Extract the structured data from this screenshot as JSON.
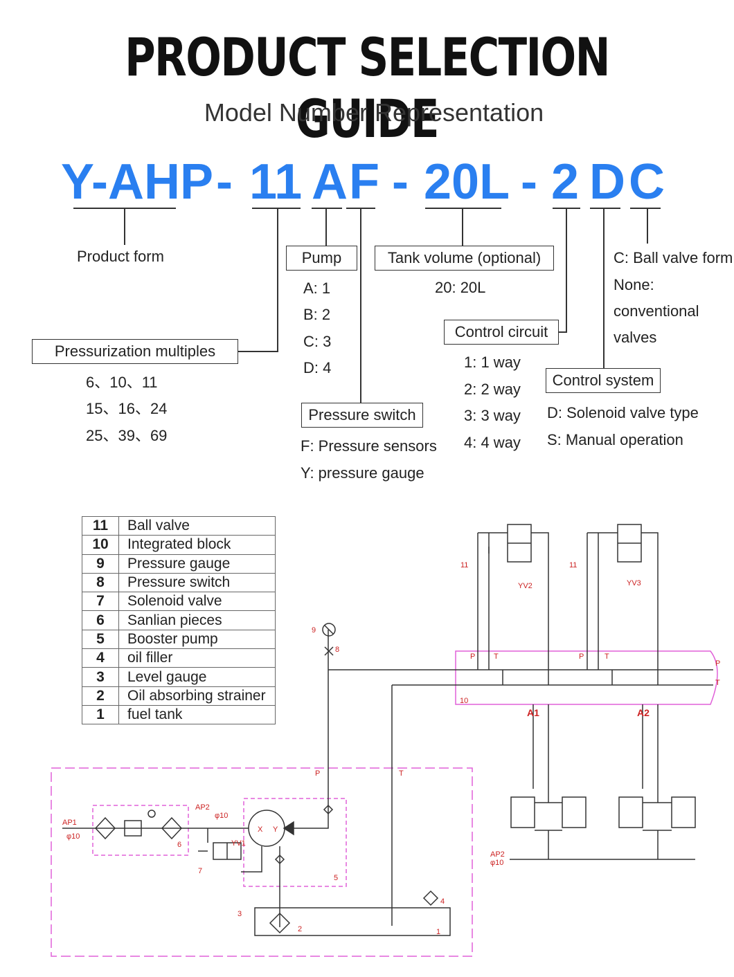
{
  "title": "PRODUCT SELECTION GUIDE",
  "subtitle": "Model Number Representation",
  "model_code": {
    "segments": [
      "Y-AHP",
      "-",
      "11",
      "A",
      "F",
      "-",
      "20L",
      "-",
      "2",
      "D",
      "C"
    ]
  },
  "fields": {
    "product_form": {
      "label": "Product form"
    },
    "pressurization": {
      "label": "Pressurization multiples",
      "options": [
        "6、10、11",
        "15、16、24",
        "25、39、69"
      ]
    },
    "pump": {
      "label": "Pump",
      "options": [
        "A:  1",
        "B:  2",
        "C:  3",
        "D:  4"
      ]
    },
    "pressure_switch": {
      "label": "Pressure switch",
      "options": [
        "F: Pressure sensors",
        "Y: pressure gauge"
      ]
    },
    "tank_volume": {
      "label": "Tank volume (optional)",
      "options": [
        "20:  20L"
      ]
    },
    "control_circuit": {
      "label": "Control circuit",
      "options": [
        "1:   1 way",
        "2:  2 way",
        "3:  3 way",
        "4:  4 way"
      ]
    },
    "control_system": {
      "label": "Control system",
      "options": [
        "D: Solenoid valve type",
        "S: Manual operation"
      ]
    },
    "ball_valve": {
      "lines": [
        "C: Ball valve form",
        "None:",
        "conventional",
        "valves"
      ]
    }
  },
  "parts_table": [
    {
      "no": "11",
      "name": "Ball valve"
    },
    {
      "no": "10",
      "name": "Integrated block"
    },
    {
      "no": "9",
      "name": "Pressure gauge"
    },
    {
      "no": "8",
      "name": "Pressure switch"
    },
    {
      "no": "7",
      "name": "Solenoid valve"
    },
    {
      "no": "6",
      "name": "Sanlian pieces"
    },
    {
      "no": "5",
      "name": "Booster pump"
    },
    {
      "no": "4",
      "name": "oil filler"
    },
    {
      "no": "3",
      "name": "Level gauge"
    },
    {
      "no": "2",
      "name": "Oil absorbing strainer"
    },
    {
      "no": "1",
      "name": "fuel tank"
    }
  ],
  "schematic": {
    "labels": {
      "yv2": "YV2",
      "yv3": "YV3",
      "yv1": "YV1",
      "a1": "A1",
      "a2": "A2",
      "p": "P",
      "t": "T",
      "ap1": "AP1",
      "ap2_top": "AP2",
      "ap2_bottom": "AP2",
      "d10_a": "φ10",
      "d10_b": "φ10",
      "d10_c": "φ10",
      "x": "X",
      "y": "Y",
      "n1": "1",
      "n2": "2",
      "n3": "3",
      "n4": "4",
      "n5": "5",
      "n6": "6",
      "n7": "7",
      "n8": "8",
      "n9": "9",
      "n10": "10",
      "n11": "11"
    },
    "colors": {
      "magenta": "#e060d8",
      "line": "#333333",
      "red": "#cc2222"
    }
  }
}
